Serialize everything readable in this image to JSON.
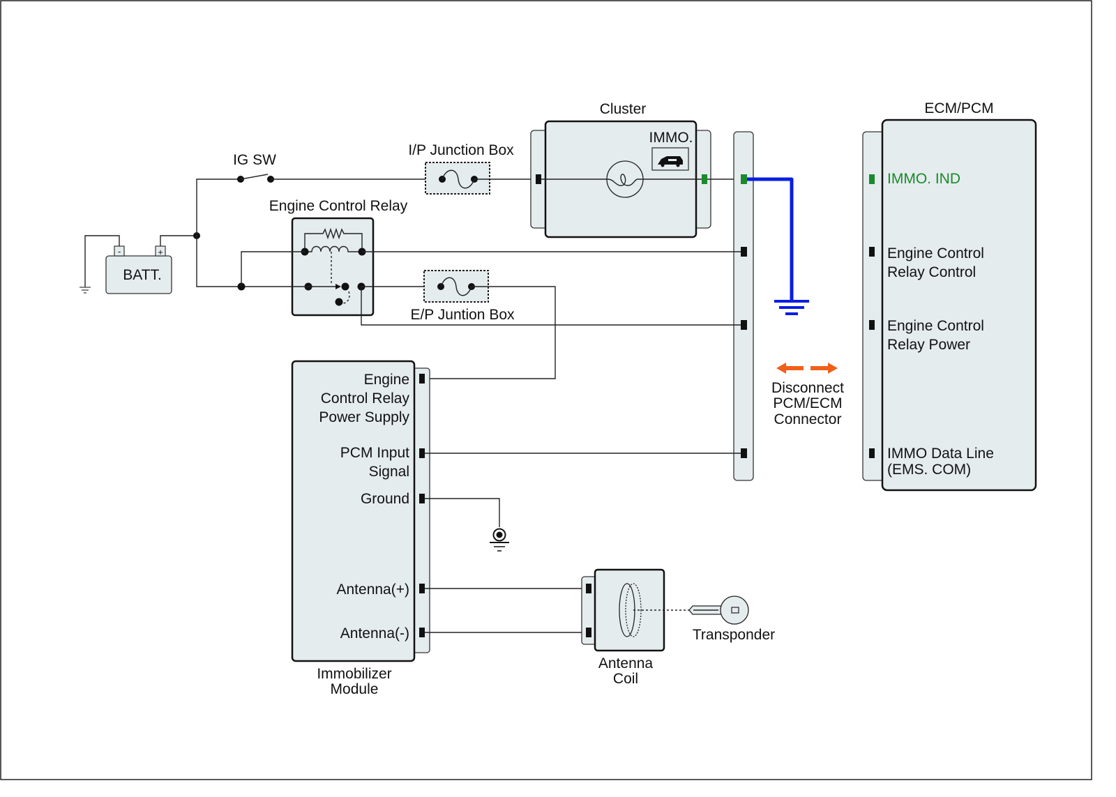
{
  "diagram": {
    "title": "Immobilizer circuit - IMMO indicator ground test",
    "components": {
      "battery": {
        "label": "BATT.",
        "neg": "-",
        "pos": "+"
      },
      "ig_switch": {
        "label": "IG SW"
      },
      "engine_control_relay": {
        "label": "Engine Control Relay"
      },
      "ip_junction_box": {
        "label": "I/P Junction Box"
      },
      "ep_junction_box": {
        "label": "E/P Juntion Box"
      },
      "cluster": {
        "label": "Cluster",
        "immo_label": "IMMO."
      },
      "ecm_pcm": {
        "label": "ECM/PCM",
        "pins": [
          {
            "line1": "IMMO. IND",
            "line2": "",
            "highlight": true
          },
          {
            "line1": "Engine Control",
            "line2": "Relay Control",
            "highlight": false
          },
          {
            "line1": "Engine Control",
            "line2": "Relay Power",
            "highlight": false
          },
          {
            "line1": "IMMO Data Line",
            "line2": "(EMS. COM)",
            "highlight": false
          }
        ]
      },
      "immobilizer_module": {
        "label_line1": "Immobilizer",
        "label_line2": "Module",
        "pins": [
          {
            "lines": [
              "Engine",
              "Control Relay",
              "Power Supply"
            ]
          },
          {
            "lines": [
              "PCM Input",
              "Signal"
            ]
          },
          {
            "lines": [
              "Ground"
            ]
          },
          {
            "lines": [
              "Antenna(+)"
            ]
          },
          {
            "lines": [
              "Antenna(-)"
            ]
          }
        ]
      },
      "antenna_coil": {
        "label_line1": "Antenna",
        "label_line2": "Coil"
      },
      "transponder": {
        "label": "Transponder"
      }
    },
    "annotation": {
      "line1": "Disconnect",
      "line2": "PCM/ECM",
      "line3": "Connector"
    },
    "colors": {
      "test_wire": "#0a1ee0",
      "highlight_pin": "#1a8a2a",
      "disconnect_arrow": "#f0601a",
      "component_fill": "#e5ecee"
    }
  }
}
